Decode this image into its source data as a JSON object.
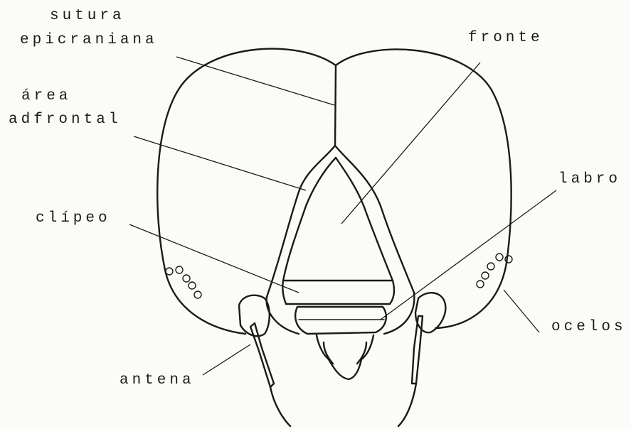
{
  "labels": {
    "sutura_line1": "sutura",
    "sutura_line2": "epicraniana",
    "area_line1": "área",
    "area_line2": "adfrontal",
    "clipeo": "clípeo",
    "antena": "antena",
    "fronte": "fronte",
    "labro": "labro",
    "ocelos": "ocelos"
  }
}
